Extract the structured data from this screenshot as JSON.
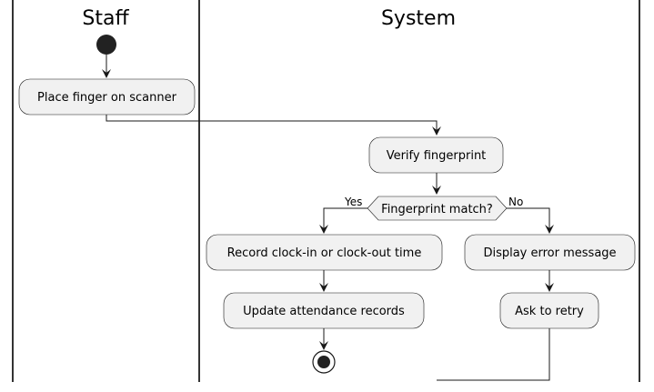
{
  "lanes": {
    "staff": "Staff",
    "system": "System"
  },
  "nodes": {
    "place_finger": "Place finger on scanner",
    "verify": "Verify fingerprint",
    "decision": "Fingerprint match?",
    "record_time": "Record clock-in or clock-out time",
    "update_records": "Update attendance records",
    "display_error": "Display error message",
    "ask_retry": "Ask to retry"
  },
  "branches": {
    "yes": "Yes",
    "no": "No"
  },
  "colors": {
    "node_fill": "#f1f1f1",
    "node_stroke": "#181818",
    "start_fill": "#222222",
    "line": "#000000"
  }
}
